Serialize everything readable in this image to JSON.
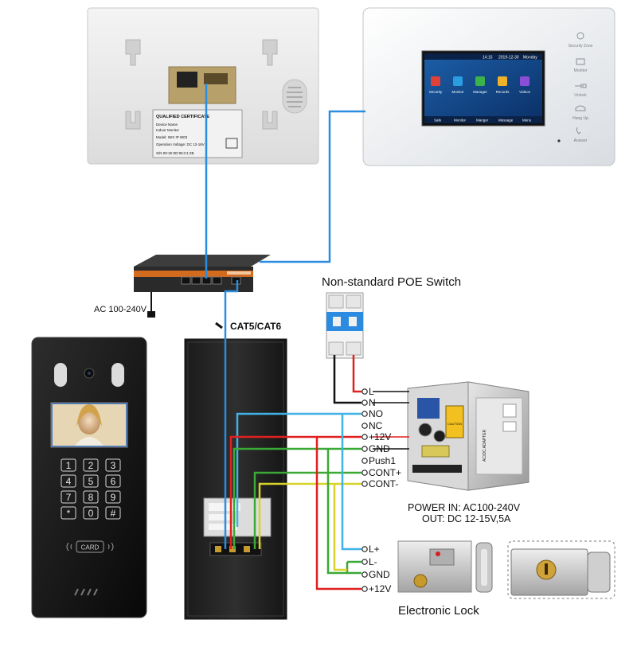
{
  "switch_label": "Non-standard POE Switch",
  "ac_label": "AC 100-240V",
  "cable_label": "CAT5/CAT6",
  "monitor_back": {
    "certificate_title": "QUALIFIED CERTIFICATE",
    "certificate_lines": [
      "Device Name",
      "Indoor Monitor",
      "Model: IWX IP W03",
      "Operation Voltage: DC 12-16V"
    ],
    "serial": "S/N 00:1E:0D:06:C1:2B"
  },
  "monitor_front": {
    "status_time": "14:15",
    "status_date": "2019-12-30",
    "status_day": "Monday",
    "apps": [
      "Security",
      "Monitor",
      "Manager",
      "Records",
      "Videos"
    ],
    "taskbar": [
      "Safe",
      "Monitor",
      "Manger",
      "Message",
      "Menu"
    ],
    "side_buttons": [
      "Security Zone",
      "Monitor",
      "Unlock",
      "Hang Up",
      "Answer"
    ]
  },
  "door_station": {
    "keypad": [
      "1",
      "2",
      "3",
      "4",
      "5",
      "6",
      "7",
      "8",
      "9",
      "*",
      "0",
      "#"
    ],
    "card_label": "CARD"
  },
  "terminals_top": [
    "L",
    "N"
  ],
  "terminals_main": [
    "NO",
    "NC",
    "+12V",
    "GND",
    "Push1",
    "CONT+",
    "CONT-"
  ],
  "terminals_lock": [
    "L+",
    "L-",
    "GND",
    "+12V"
  ],
  "power_label_line1": "POWER  IN: AC100-240V",
  "power_label_line2": "OUT: DC 12-15V,5A",
  "power_supply_text": {
    "adapter": "AC/DC ADAPTER",
    "caution": "CAUTION"
  },
  "lock_label": "Electronic Lock",
  "colors": {
    "wire_blue": "#2b8de0",
    "wire_black": "#111111",
    "wire_red": "#e02020",
    "wire_green": "#3aa935",
    "wire_yellow": "#d7d32a",
    "wire_cyan": "#3fb2e6"
  }
}
